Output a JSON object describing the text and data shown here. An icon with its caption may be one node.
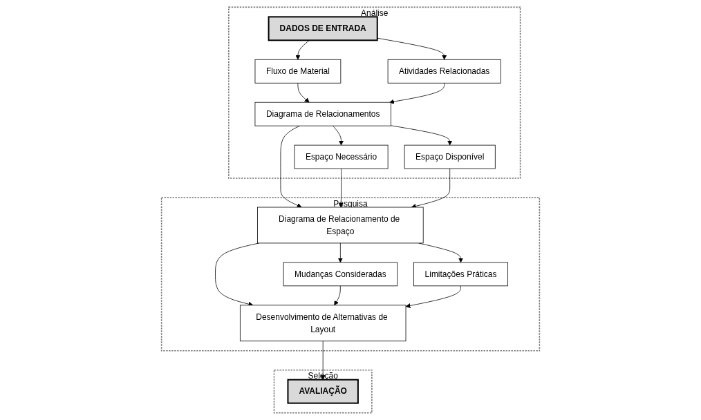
{
  "diagram": {
    "nodes": [
      {
        "text": [
          "Análise"
        ]
      },
      {
        "text": [
          "DADOS DE ENTRADA"
        ],
        "in": 0
      },
      {
        "text": [
          "Fluxo de Material"
        ],
        "in": 0
      },
      {
        "text": [
          "Atividades Relacionadas"
        ],
        "in": 0
      },
      {
        "text": [
          "Diagrama de Relacionamentos"
        ],
        "in": 0
      },
      {
        "text": [
          "Espaço Necessário"
        ],
        "in": 0
      },
      {
        "text": [
          "Espaço Disponível"
        ],
        "in": 0
      },
      {
        "text": [
          "Pesquisa"
        ]
      },
      {
        "text": [
          "Diagrama de Relacionamento de Espaço"
        ],
        "in": 7
      },
      {
        "text": [
          "Mudanças Consideradas"
        ],
        "in": 7
      },
      {
        "text": [
          "Limitações Práticas"
        ],
        "in": 7
      },
      {
        "text": [
          "Desenvolvimento de Alternativas de Layout"
        ],
        "in": 7
      },
      {
        "text": [
          "Seleção"
        ]
      },
      {
        "text": [
          "AVALIAÇÃO"
        ],
        "in": 12
      }
    ],
    "edges": [
      {
        "from": 1,
        "to": 2,
        "arrow": "to"
      },
      {
        "from": 1,
        "to": 3,
        "arrow": "to"
      },
      {
        "from": 2,
        "to": 4,
        "arrow": "to"
      },
      {
        "from": 3,
        "to": 4,
        "arrow": "to"
      },
      {
        "from": 4,
        "to": 5,
        "arrow": "to"
      },
      {
        "from": 4,
        "to": 6,
        "arrow": "to"
      },
      {
        "from": 4,
        "to": 8,
        "arrow": "to"
      },
      {
        "from": 5,
        "to": 8,
        "arrow": "to"
      },
      {
        "from": 6,
        "to": 8,
        "arrow": "to"
      },
      {
        "from": 8,
        "to": 9,
        "arrow": "to"
      },
      {
        "from": 8,
        "to": 10,
        "arrow": "to"
      },
      {
        "from": 8,
        "to": 11,
        "arrow": "to"
      },
      {
        "from": 9,
        "to": 11,
        "arrow": "to"
      },
      {
        "from": 10,
        "to": 11,
        "arrow": "to"
      },
      {
        "from": 11,
        "to": 13,
        "arrow": "to"
      }
    ]
  }
}
